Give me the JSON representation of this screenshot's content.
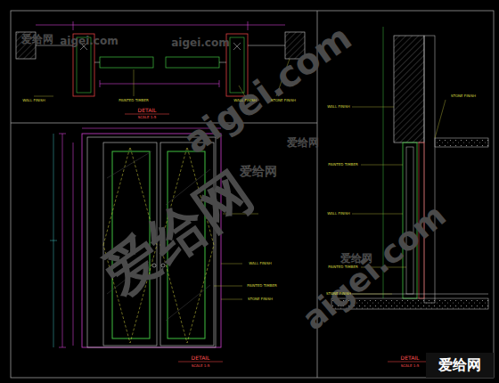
{
  "diagram": {
    "labels": [
      "爱给网",
      "aigei.com",
      "aigei.com",
      "爱给网",
      "aigei.com",
      "爱给网",
      "aigei.com",
      "爱给网",
      "爱给网",
      "爱给网",
      "DETAIL",
      "SCALE 1:5",
      "DETAIL",
      "SCALE 1:5",
      "DETAIL",
      "SCALE 1:5",
      "WALL FINISH",
      "WALL FINISH",
      "STONE FINISH",
      "PAINTED TIMBER",
      "WALL FINISH",
      "PAINTED TIMBER",
      "STONE FINISH",
      "WALL FINISH",
      "STONE FINISH",
      "PAINTED TIMBER",
      "WALL FINISH",
      "STONE FINISH",
      "PAINTED TIMBER"
    ]
  }
}
